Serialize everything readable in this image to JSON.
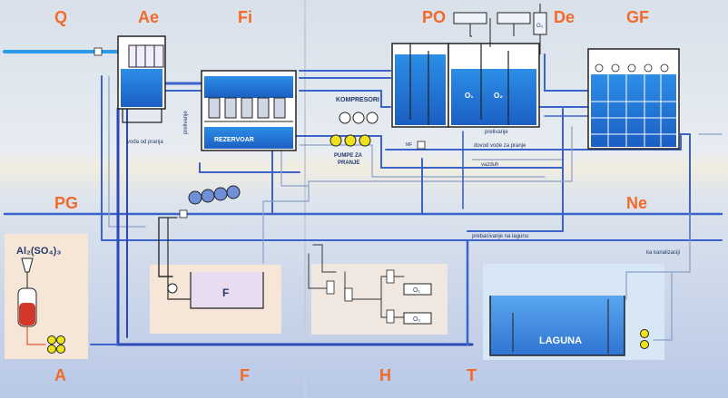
{
  "sections": {
    "q": "Q",
    "ae": "Ae",
    "fi": "Fi",
    "po": "PO",
    "de": "De",
    "gf": "GF",
    "pg": "PG",
    "ne": "Ne",
    "a": "A",
    "f": "F",
    "h": "H",
    "t": "T"
  },
  "labels": {
    "chemical": "Al₂(SO₄)₃",
    "reservoir": "REZERVOAR",
    "kompresori": "KOMPRESORI",
    "pumpe_line1": "PUMPE ZA",
    "pumpe_line2": "PRANJE",
    "voda_od_pranja": "voda od pranja",
    "prelivanje": "prelivanje",
    "prelivanje2": "prelivanje",
    "dovod_vode": "dovod vode za pranje",
    "vazduh": "vazduh",
    "prebacivanje": "prebacivanje na lagunu",
    "ka_kanalizaciji": "ka kanalizaciji",
    "laguna": "LAGUNA",
    "f_tank": "F",
    "o1": "O₁",
    "o2": "O₂",
    "o3": "O₃",
    "mf": "MF",
    "o1_tank": "O₁",
    "o2_tank": "O₂"
  },
  "colors": {
    "section_label": "#f26a2a",
    "pipe": "#2b47b8",
    "water": "#1e6fd0",
    "inlet": "#2a9be8",
    "pump": "#f0e21a"
  }
}
